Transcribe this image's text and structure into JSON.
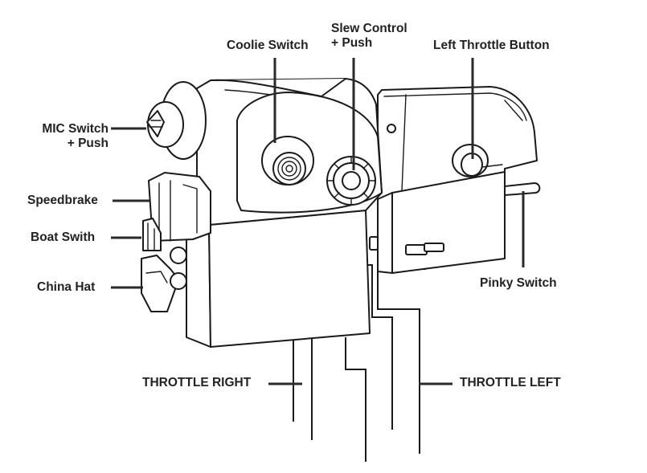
{
  "labels": {
    "coolie_switch": "Coolie Switch",
    "slew_control_1": "Slew Control",
    "slew_control_2": "+ Push",
    "left_throttle_button": "Left Throttle Button",
    "mic_switch_1": "MIC Switch",
    "mic_switch_2": "+ Push",
    "speedbrake": "Speedbrake",
    "boat_switch": "Boat Swith",
    "china_hat": "China Hat",
    "pinky_switch": "Pinky Switch",
    "throttle_right": "THROTTLE RIGHT",
    "throttle_left": "THROTTLE LEFT"
  },
  "colors": {
    "ink": "#1a1a1a",
    "label_text": "#222222",
    "background": "#ffffff"
  }
}
